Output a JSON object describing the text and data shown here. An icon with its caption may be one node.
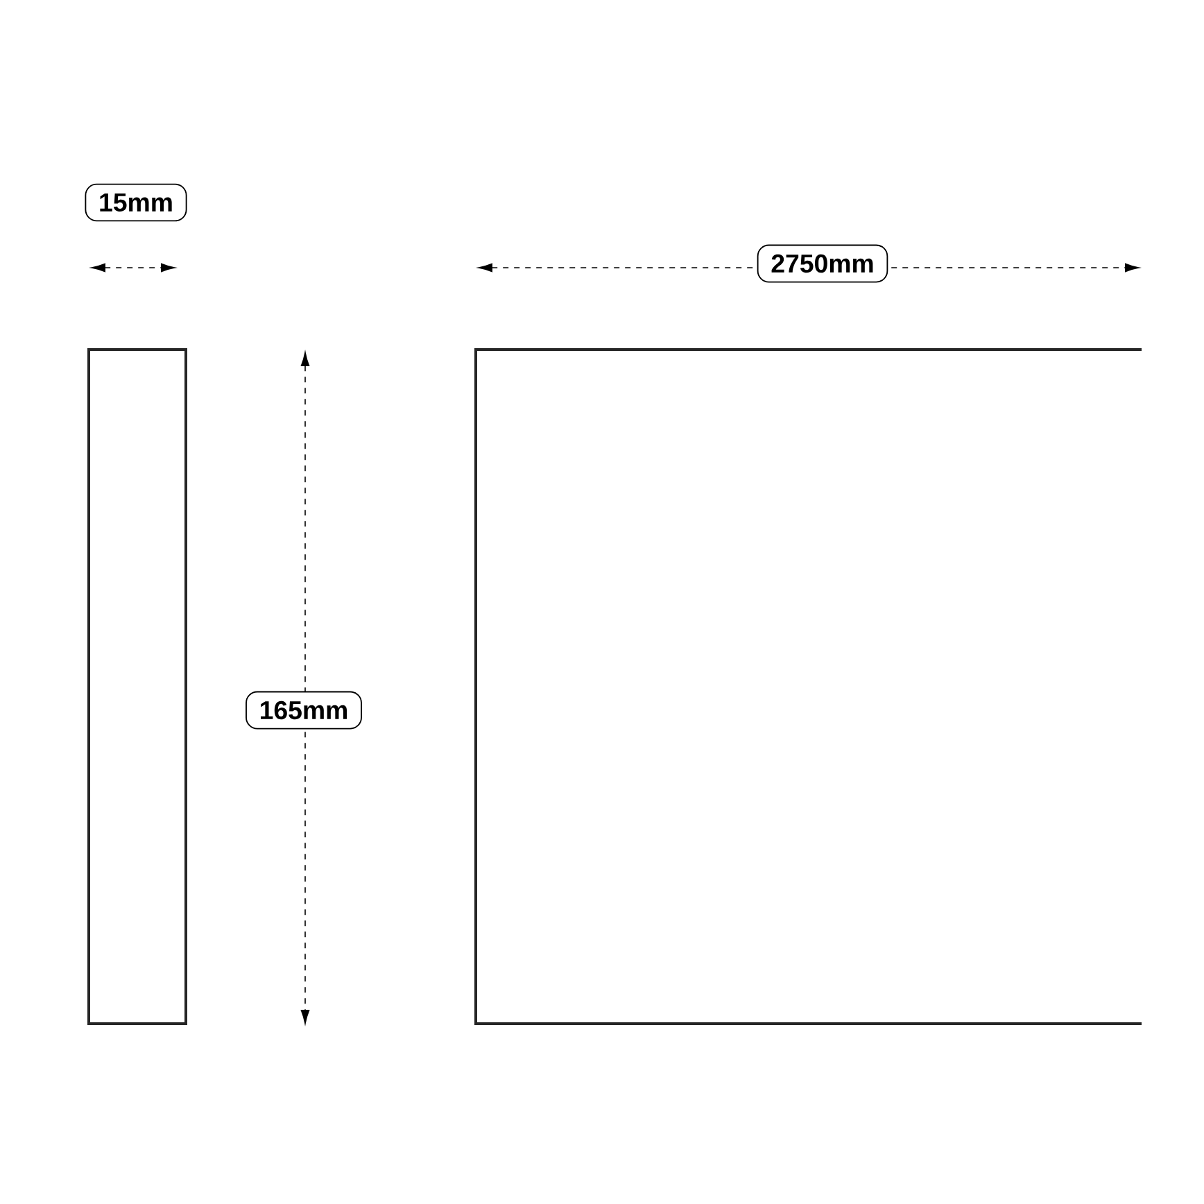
{
  "diagram": {
    "labels": [
      "15mm",
      "2750mm",
      "165mm"
    ]
  }
}
